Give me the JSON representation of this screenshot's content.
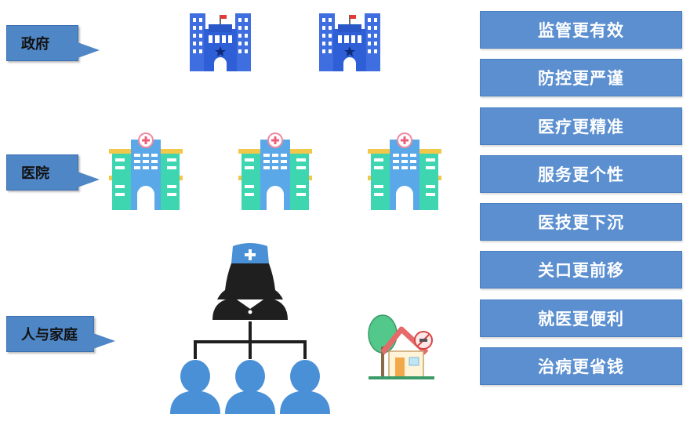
{
  "rows": {
    "government": "政府",
    "hospital": "医院",
    "people": "人与家庭"
  },
  "benefits": [
    "监管更有效",
    "防控更严谨",
    "医疗更精准",
    "服务更个性",
    "医技更下沉",
    "关口更前移",
    "就医更便利",
    "治病更省钱"
  ],
  "colors": {
    "label_blue": "#4f86c6",
    "benefit_blue": "#5b8fd0",
    "gov_building": "#3f6ee0",
    "hospital_teal": "#3dd6b0",
    "hospital_blue": "#5aa8e8",
    "person_dark": "#1f1f1f",
    "person_blue": "#4a90d6"
  },
  "icons": [
    "government-building-icon",
    "hospital-building-icon",
    "nurse-icon",
    "person-icon",
    "home-icon"
  ]
}
